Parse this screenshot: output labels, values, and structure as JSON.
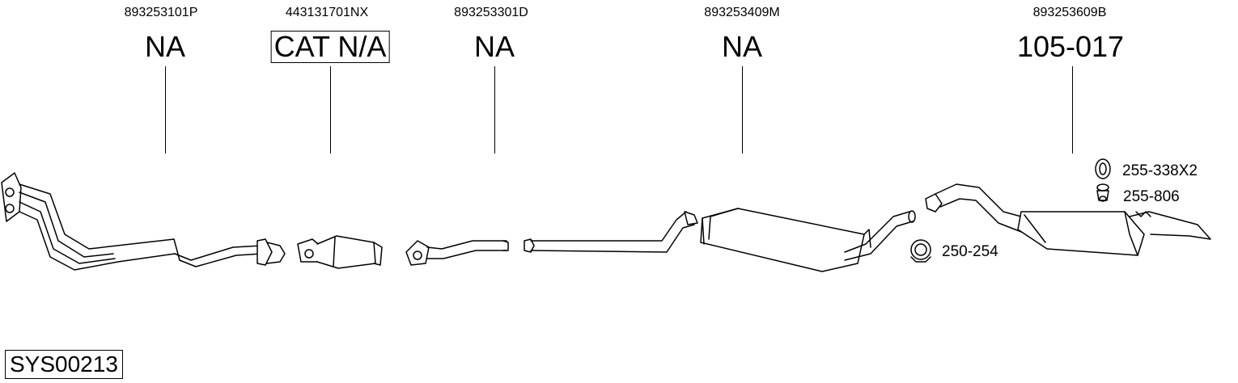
{
  "parts": [
    {
      "oem": "893253101P",
      "ref": "NA"
    },
    {
      "oem": "443131701NX",
      "ref": "CAT N/A"
    },
    {
      "oem": "893253301D",
      "ref": "NA"
    },
    {
      "oem": "893253409M",
      "ref": "NA"
    },
    {
      "oem": "893253609B",
      "ref": "105-017"
    }
  ],
  "accessories": [
    {
      "ref": "255-338X2",
      "icon": "rubber-ring-icon"
    },
    {
      "ref": "255-806",
      "icon": "rubber-hanger-icon"
    },
    {
      "ref": "250-254",
      "icon": "clamp-icon"
    }
  ],
  "system_code": "SYS00213"
}
